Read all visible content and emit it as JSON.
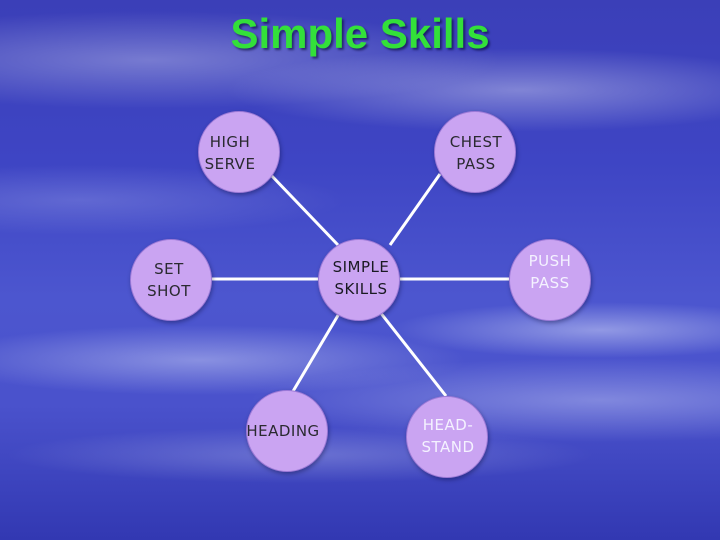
{
  "title": "Simple Skills",
  "colors": {
    "title": "#33e03a",
    "node_fill": "#caa4f2",
    "connector": "#ffffff"
  },
  "nodes": {
    "center": "SIMPLE\nSKILLS",
    "high_serve": "HIGH\nSERVE",
    "chest_pass": "CHEST\nPASS",
    "set_shot": "SET\nSHOT",
    "push_pass": "PUSH\nPASS",
    "heading": "HEADING",
    "head_stand": "HEAD-\nSTAND"
  }
}
